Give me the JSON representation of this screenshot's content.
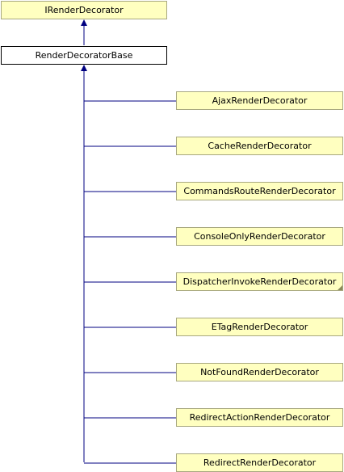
{
  "diagram": {
    "interface_label": "IRenderDecorator",
    "base_label": "RenderDecoratorBase",
    "derived": [
      {
        "label": "AjaxRenderDecorator",
        "has_fold": false
      },
      {
        "label": "CacheRenderDecorator",
        "has_fold": false
      },
      {
        "label": "CommandsRouteRenderDecorator",
        "has_fold": false
      },
      {
        "label": "ConsoleOnlyRenderDecorator",
        "has_fold": false
      },
      {
        "label": "DispatcherInvokeRenderDecorator",
        "has_fold": true
      },
      {
        "label": "ETagRenderDecorator",
        "has_fold": false
      },
      {
        "label": "NotFoundRenderDecorator",
        "has_fold": false
      },
      {
        "label": "RedirectActionRenderDecorator",
        "has_fold": false
      },
      {
        "label": "RedirectRenderDecorator",
        "has_fold": false
      }
    ]
  },
  "colors": {
    "node_fill": "#ffffc0",
    "edge": "#000080"
  }
}
